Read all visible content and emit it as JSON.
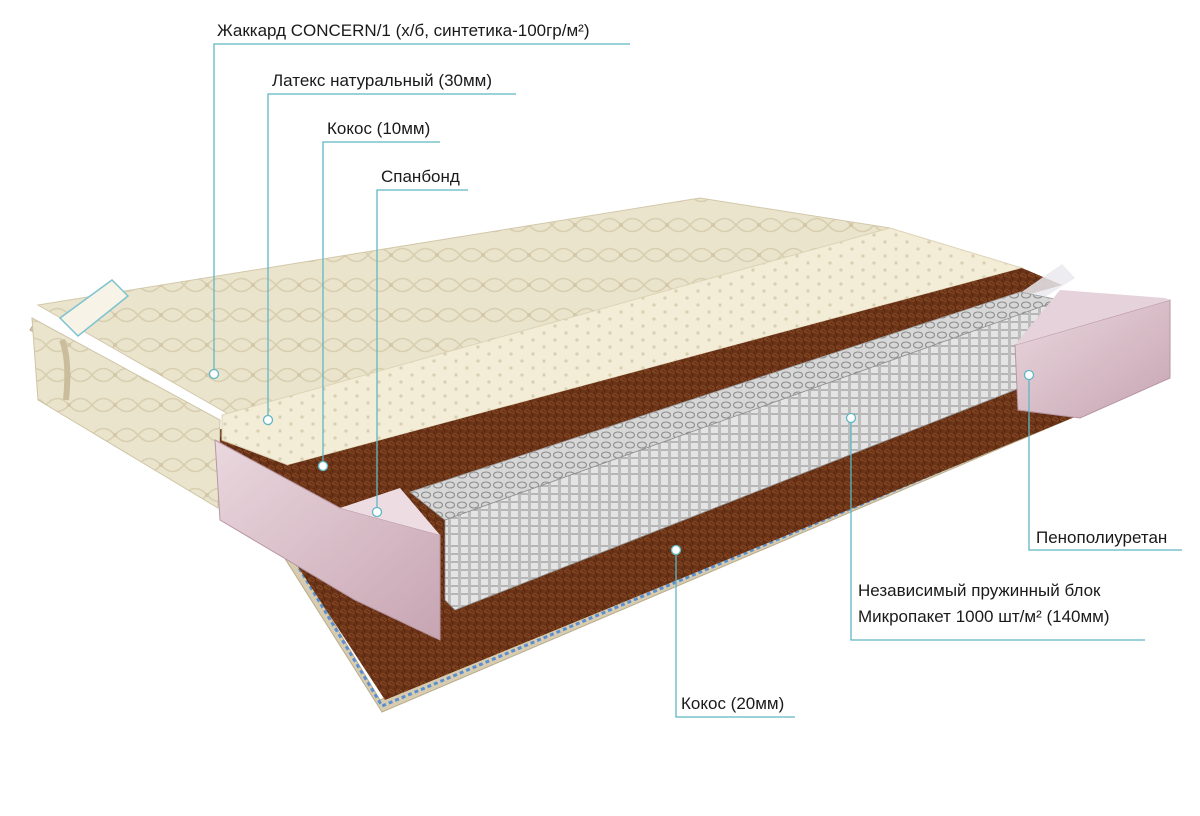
{
  "diagram": {
    "callouts": {
      "jacquard": "Жаккард CONCERN/1 (х/б, синтетика-100гр/м²)",
      "latex": "Латекс натуральный (30мм)",
      "coconut_top": "Кокос (10мм)",
      "spunbond": "Спанбонд",
      "foam": "Пенополиуретан",
      "spring_block_line1": "Независимый пружинный блок",
      "spring_block_line2": "Микропакет 1000 шт/м²  (140мм)",
      "coconut_bottom": "Кокос (20мм)"
    },
    "colors": {
      "leader_line": "#5fb7c4",
      "jacquard": "#ece5cf",
      "latex": "#f4edd8",
      "coconut": "#6b3418",
      "foam": "#dcc2cc",
      "springs": "#c9c9c9",
      "border_tape": "#5b8fcf"
    }
  }
}
